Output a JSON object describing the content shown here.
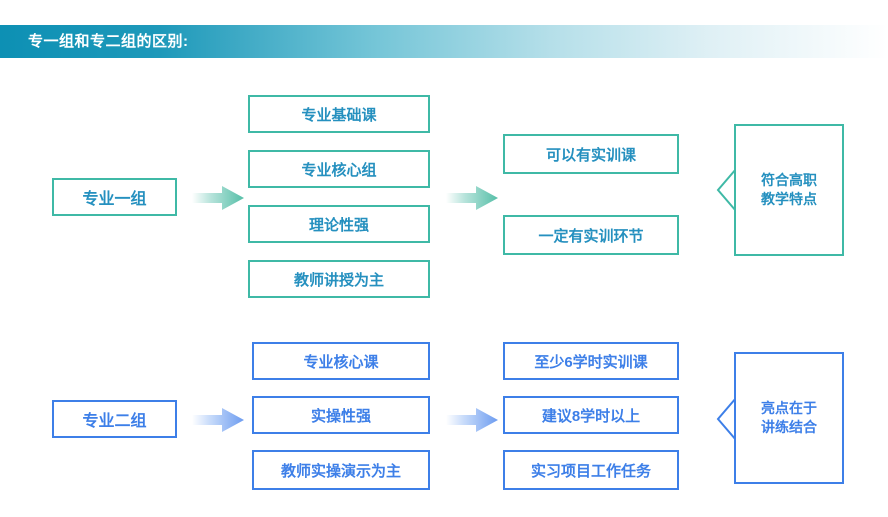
{
  "header": {
    "title": "专一组和专二组的区别:",
    "gradient_from": "#0d90b4",
    "gradient_to": "#ffffff"
  },
  "theme": {
    "row1_border": "#3fb9a6",
    "row1_text": "#2590bf",
    "row2_border": "#3d7fe8",
    "row2_text": "#3d7fe8",
    "background": "#ffffff"
  },
  "rows": [
    {
      "id": "row-1",
      "group_label": "专业一组",
      "arrow1": "arrow-right-icon",
      "arrow2": "arrow-right-icon",
      "column1": [
        "专业基础课",
        "专业核心组",
        "理论性强",
        "教师讲授为主"
      ],
      "column2": [
        "可以有实训课",
        "一定有实训环节"
      ],
      "brace": "chevron-left-icon",
      "conclusion": [
        "符合高职",
        "教学特点"
      ]
    },
    {
      "id": "row-2",
      "group_label": "专业二组",
      "arrow1": "arrow-right-icon",
      "arrow2": "arrow-right-icon",
      "column1": [
        "专业核心课",
        "实操性强",
        "教师实操演示为主"
      ],
      "column2": [
        "至少6学时实训课",
        "建议8学时以上",
        "实习项目工作任务"
      ],
      "brace": "chevron-left-icon",
      "conclusion": [
        "亮点在于",
        "讲练结合"
      ]
    }
  ]
}
